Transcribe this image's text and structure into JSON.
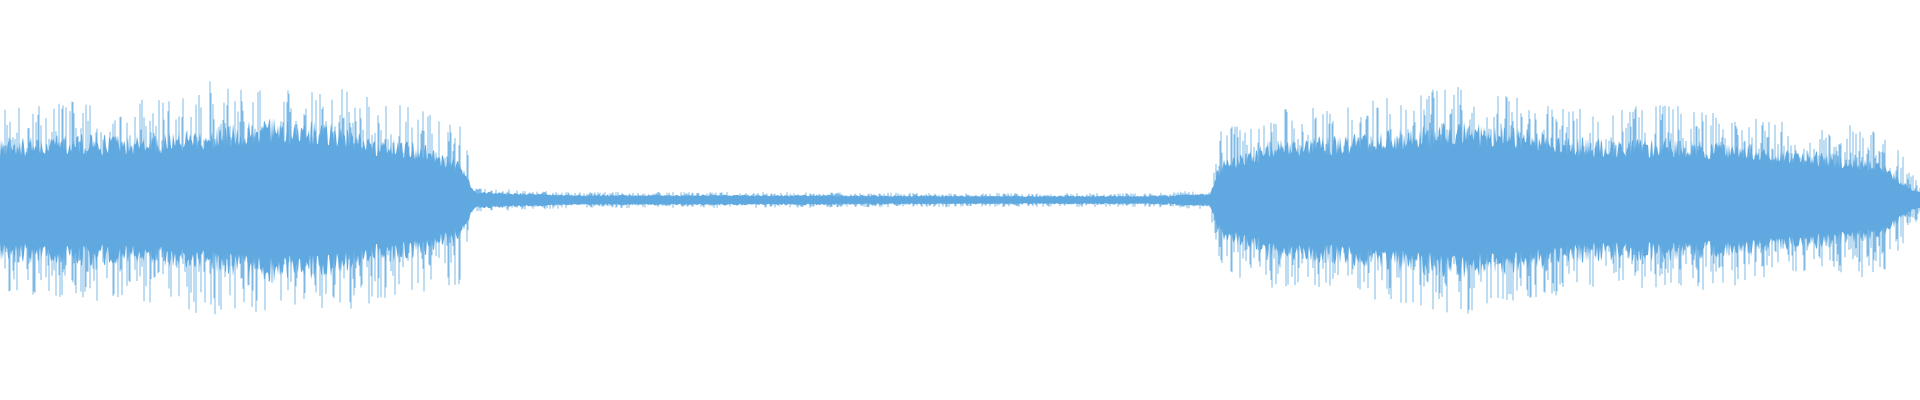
{
  "waveform": {
    "color": "#5FA9E0",
    "background": "#FFFFFF",
    "envelope": [
      {
        "t": 0.0,
        "peak": 0.46,
        "body": 0.28
      },
      {
        "t": 0.04,
        "peak": 0.5,
        "body": 0.3
      },
      {
        "t": 0.08,
        "peak": 0.52,
        "body": 0.3
      },
      {
        "t": 0.11,
        "peak": 0.6,
        "body": 0.33
      },
      {
        "t": 0.14,
        "peak": 0.55,
        "body": 0.38
      },
      {
        "t": 0.17,
        "peak": 0.58,
        "body": 0.36
      },
      {
        "t": 0.19,
        "peak": 0.54,
        "body": 0.3
      },
      {
        "t": 0.22,
        "peak": 0.46,
        "body": 0.26
      },
      {
        "t": 0.24,
        "peak": 0.42,
        "body": 0.18
      },
      {
        "t": 0.247,
        "peak": 0.06,
        "body": 0.04
      },
      {
        "t": 0.3,
        "peak": 0.04,
        "body": 0.025
      },
      {
        "t": 0.4,
        "peak": 0.04,
        "body": 0.025
      },
      {
        "t": 0.5,
        "peak": 0.035,
        "body": 0.02
      },
      {
        "t": 0.6,
        "peak": 0.035,
        "body": 0.02
      },
      {
        "t": 0.63,
        "peak": 0.05,
        "body": 0.03
      },
      {
        "t": 0.636,
        "peak": 0.36,
        "body": 0.18
      },
      {
        "t": 0.66,
        "peak": 0.45,
        "body": 0.27
      },
      {
        "t": 0.7,
        "peak": 0.48,
        "body": 0.3
      },
      {
        "t": 0.73,
        "peak": 0.52,
        "body": 0.33
      },
      {
        "t": 0.76,
        "peak": 0.58,
        "body": 0.36
      },
      {
        "t": 0.8,
        "peak": 0.5,
        "body": 0.32
      },
      {
        "t": 0.83,
        "peak": 0.46,
        "body": 0.28
      },
      {
        "t": 0.87,
        "peak": 0.48,
        "body": 0.28
      },
      {
        "t": 0.91,
        "peak": 0.42,
        "body": 0.26
      },
      {
        "t": 0.95,
        "peak": 0.36,
        "body": 0.22
      },
      {
        "t": 0.98,
        "peak": 0.4,
        "body": 0.18
      },
      {
        "t": 0.995,
        "peak": 0.16,
        "body": 0.06
      },
      {
        "t": 1.0,
        "peak": 0.08,
        "body": 0.04
      }
    ]
  }
}
